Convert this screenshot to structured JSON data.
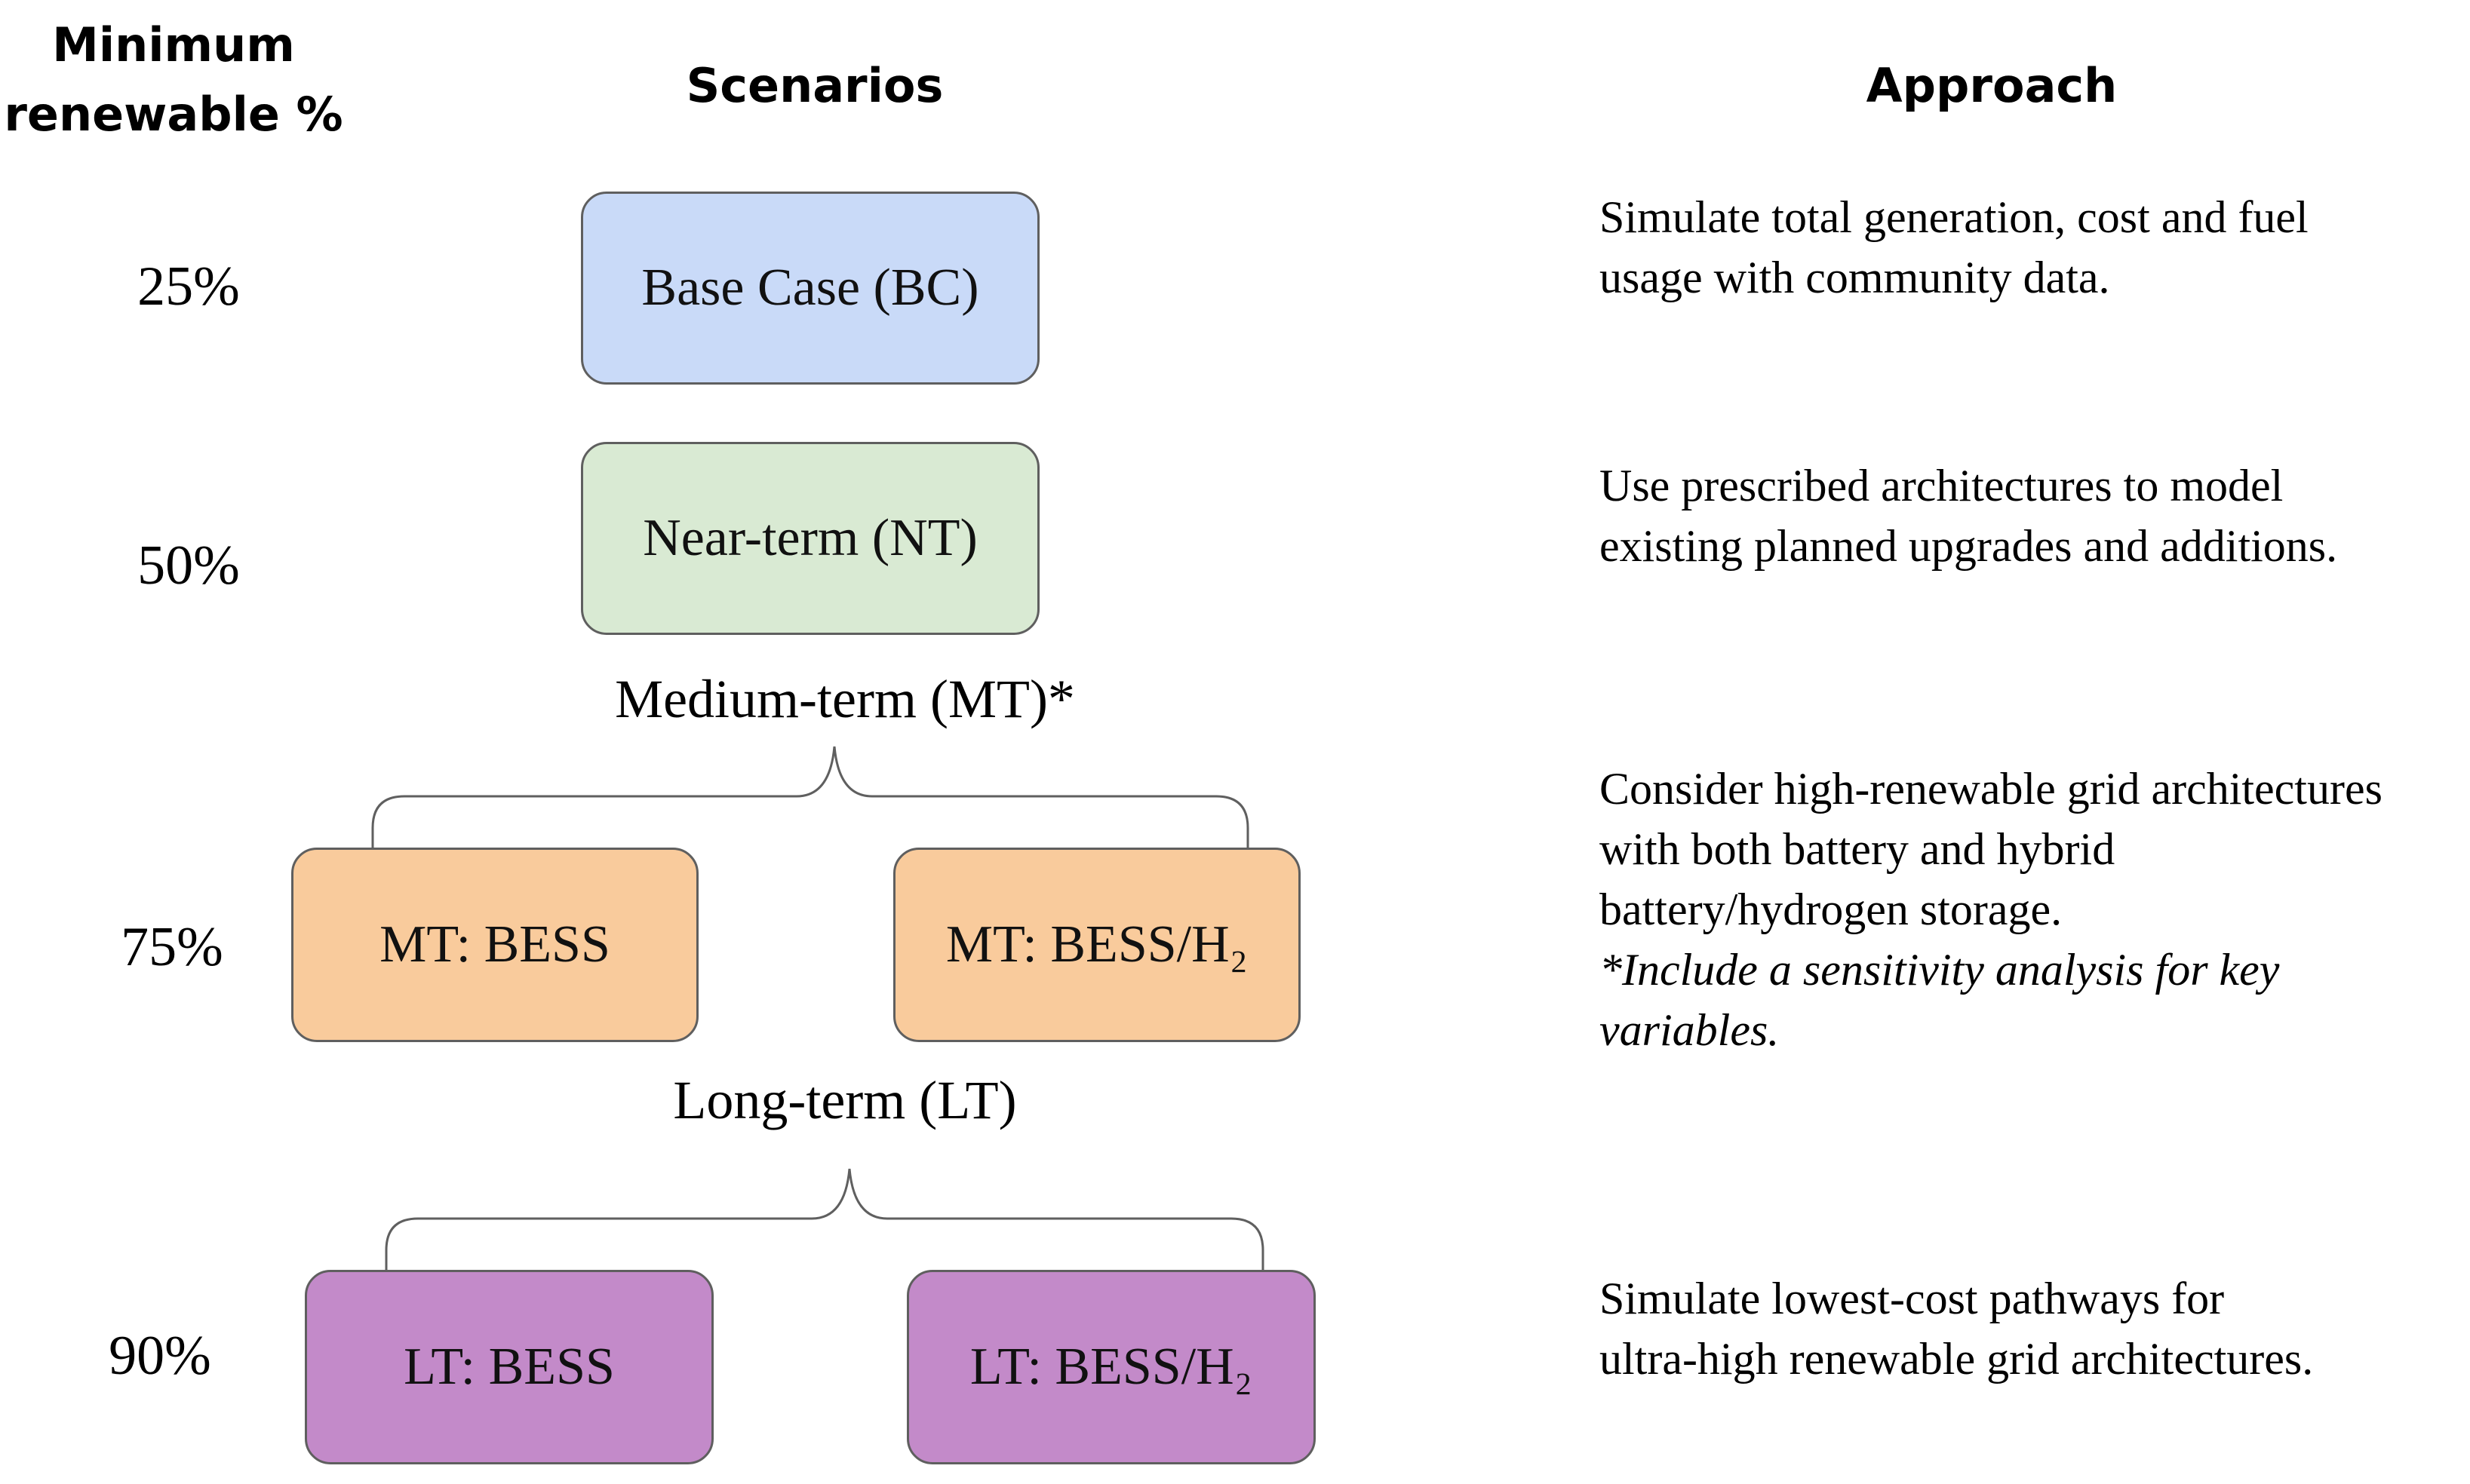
{
  "headers": {
    "min_renewable": "Minimum\nrenewable %",
    "min_renewable_line1": "Minimum",
    "min_renewable_line2": "renewable %",
    "scenarios": "Scenarios",
    "approach": "Approach"
  },
  "percentages": [
    "25%",
    "50%",
    "75%",
    "90%"
  ],
  "scenarios": {
    "base_case": "Base Case (BC)",
    "near_term": "Near-term (NT)",
    "medium_term_label": "Medium-term (MT)*",
    "mt_bess": "MT: BESS",
    "mt_bess_h2": "MT: BESS/H₂",
    "long_term_label": "Long-term (LT)",
    "lt_bess": "LT: BESS",
    "lt_bess_h2": "LT: BESS/H₂"
  },
  "approach": {
    "base_case": [
      "Simulate total generation, cost and fuel",
      "usage with community data."
    ],
    "near_term": [
      "Use prescribed architectures to model",
      "existing planned upgrades and additions."
    ],
    "medium_term": [
      "Consider high-renewable grid architectures",
      "with both battery and hybrid",
      "battery/hydrogen storage."
    ],
    "medium_term_note": [
      "*Include a sensitivity analysis for key",
      "variables."
    ],
    "long_term": [
      "Simulate lowest-cost pathways for",
      "ultra-high renewable grid architectures."
    ]
  },
  "colors": {
    "base_case": "#c9daf8",
    "near_term": "#d9ead3",
    "medium_term": "#f9cb9c",
    "long_term": "#c38ac9",
    "border": "#5f5f5f"
  }
}
